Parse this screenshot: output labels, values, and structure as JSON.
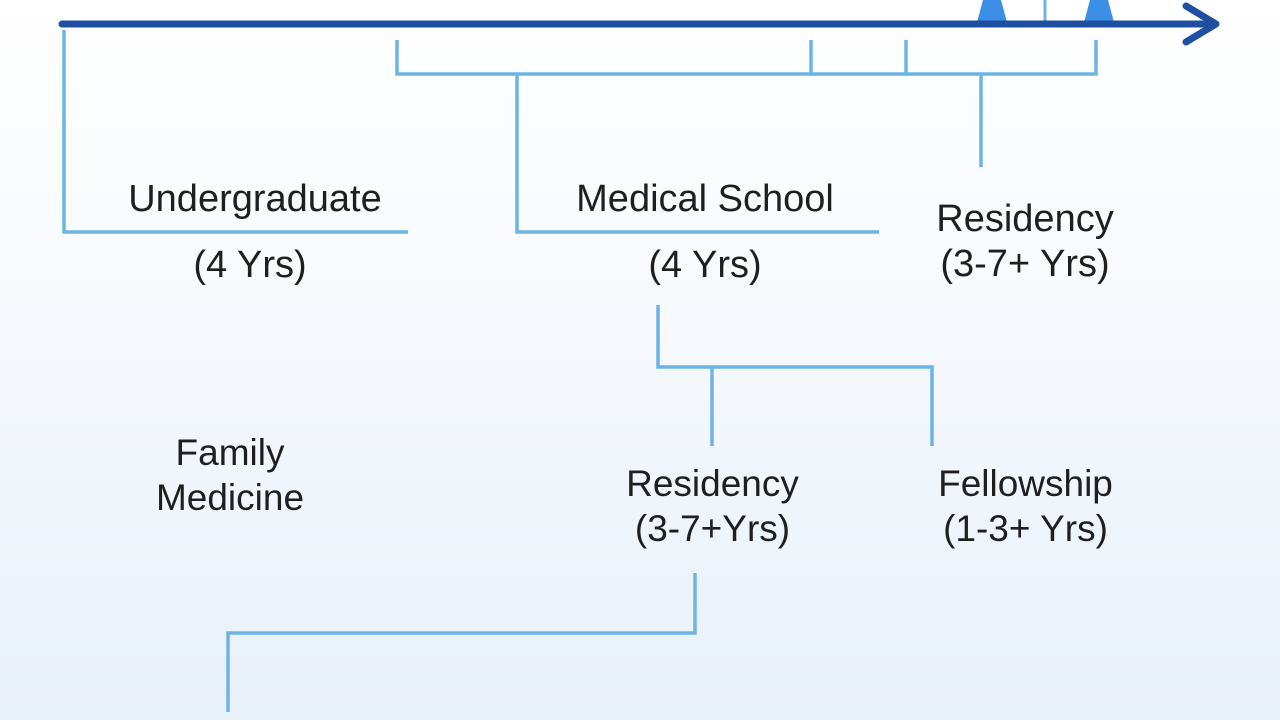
{
  "diagram": {
    "colors": {
      "axis": "#1e4fa0",
      "connector": "#6cb4e4",
      "marker": "#3c8fe6",
      "text": "#1f1f1f"
    },
    "nodes": {
      "undergraduate": {
        "title": "Undergraduate",
        "duration": "(4 Yrs)"
      },
      "medical_school": {
        "title": "Medical School",
        "duration": "(4 Yrs)"
      },
      "residency_top": {
        "title": "Residency",
        "duration": "(3-7+ Yrs)"
      },
      "family_medicine": {
        "title": "Family",
        "subtitle": "Medicine"
      },
      "residency_bottom": {
        "title": "Residency",
        "duration": "(3-7+Yrs)"
      },
      "fellowship": {
        "title": "Fellowship",
        "duration": "(1-3+ Yrs)"
      }
    }
  }
}
